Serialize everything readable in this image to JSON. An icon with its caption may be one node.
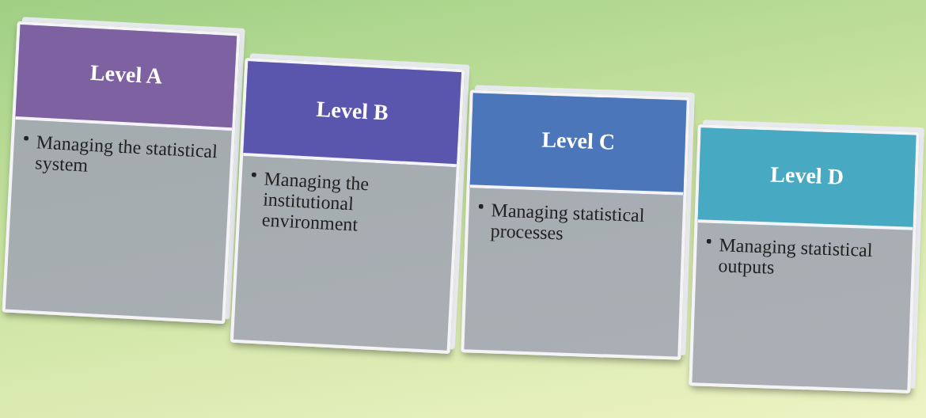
{
  "diagram": {
    "nodes": [
      {
        "text": [
          "Level A",
          "Managing the statistical system"
        ]
      },
      {
        "text": [
          "Level B",
          "Managing the institutional environment"
        ]
      },
      {
        "text": [
          "Level C",
          "Managing statistical processes"
        ]
      },
      {
        "text": [
          "Level D",
          "Managing statistical outputs"
        ]
      }
    ]
  }
}
